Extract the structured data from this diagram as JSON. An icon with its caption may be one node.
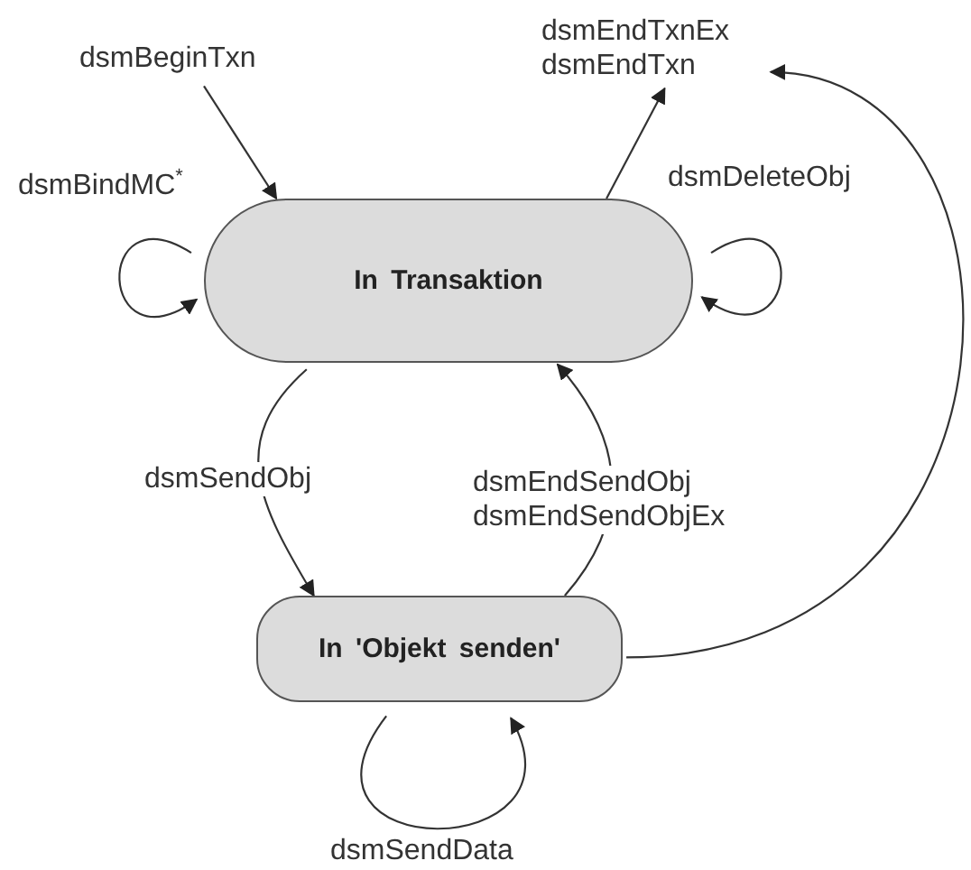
{
  "diagram": {
    "nodes": [
      {
        "text": [
          "dsmBeginTxn"
        ]
      },
      {
        "text": [
          "In Transaktion"
        ]
      },
      {
        "text": [
          "dsmEndTxnEx dsmEndTxn"
        ]
      },
      {
        "text": [
          "In 'Objekt senden'"
        ]
      }
    ],
    "edges": [
      {
        "from": 0,
        "to": 1,
        "arrow": "to"
      },
      {
        "from": 1,
        "to": 2,
        "arrow": "to"
      },
      {
        "from": 1,
        "to": 1,
        "arrow": "to",
        "label": "dsmBindMC$^{*}$"
      },
      {
        "from": 1,
        "to": 1,
        "arrow": "to",
        "label": "dsmDeleteObj"
      },
      {
        "from": 1,
        "to": 3,
        "arrow": "to",
        "label": "dsmSendObj"
      },
      {
        "from": 3,
        "to": 1,
        "arrow": "to",
        "label": "dsmEndSendObj dsmEndSendObjEx"
      },
      {
        "from": 3,
        "to": 2,
        "arrow": "to"
      },
      {
        "from": 3,
        "to": 3,
        "arrow": "to",
        "label": "dsmSendData"
      }
    ]
  }
}
